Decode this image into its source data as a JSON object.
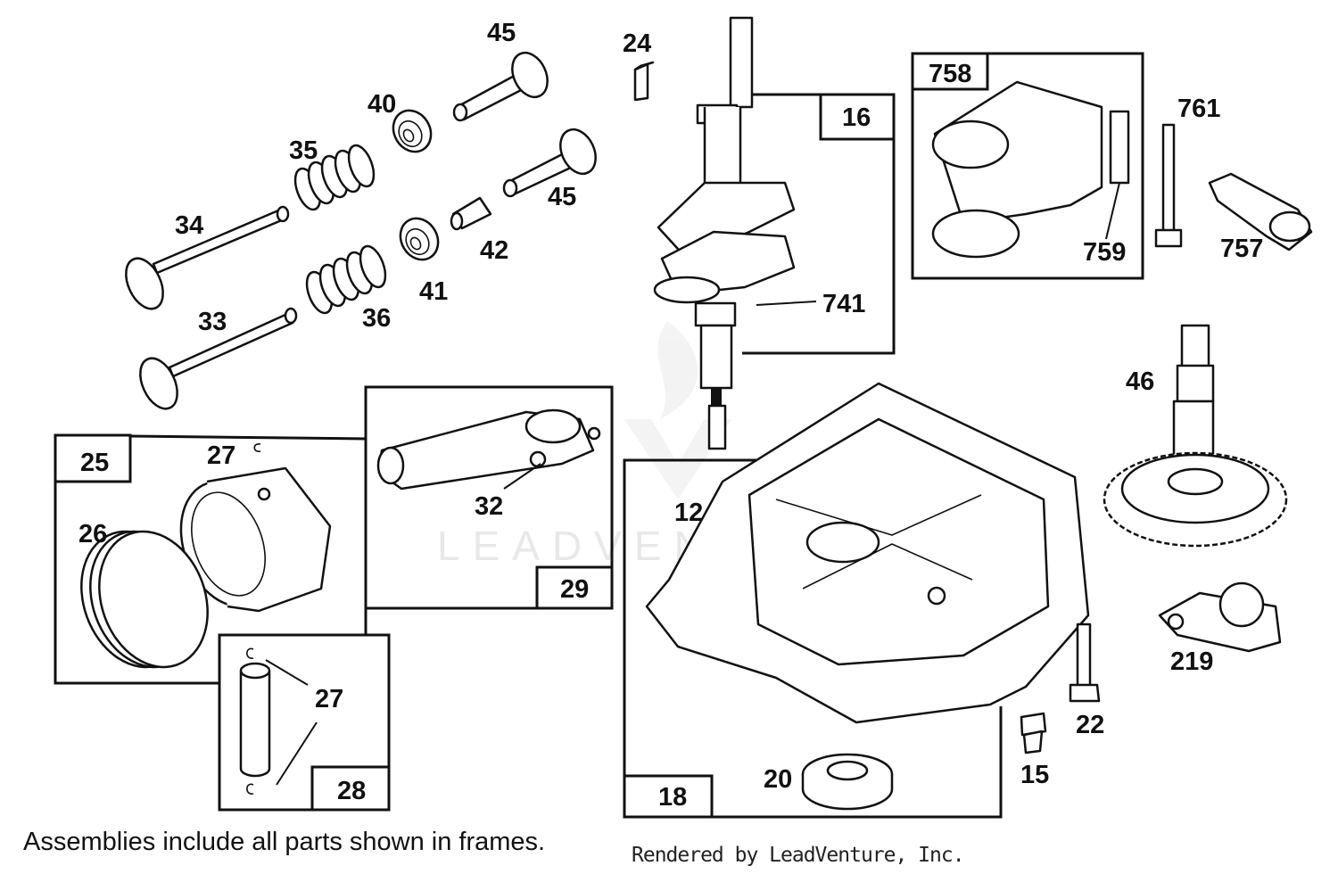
{
  "watermark": "LEADVENTURE",
  "footer": {
    "note": "Assemblies include all parts shown in frames.",
    "credit": "Rendered by LeadVenture, Inc."
  },
  "frames": {
    "f16": "16",
    "f758": "758",
    "f25": "25",
    "f29": "29",
    "f28": "28",
    "f18": "18"
  },
  "parts": {
    "p45a": "45",
    "p45b": "45",
    "p24": "24",
    "p40": "40",
    "p35": "35",
    "p34": "34",
    "p42": "42",
    "p41": "41",
    "p36": "36",
    "p33": "33",
    "p741": "741",
    "p759": "759",
    "p761": "761",
    "p757": "757",
    "p46": "46",
    "p27a": "27",
    "p26": "26",
    "p32": "32",
    "p12": "12",
    "p219": "219",
    "p27b": "27",
    "p22": "22",
    "p15": "15",
    "p20": "20"
  }
}
